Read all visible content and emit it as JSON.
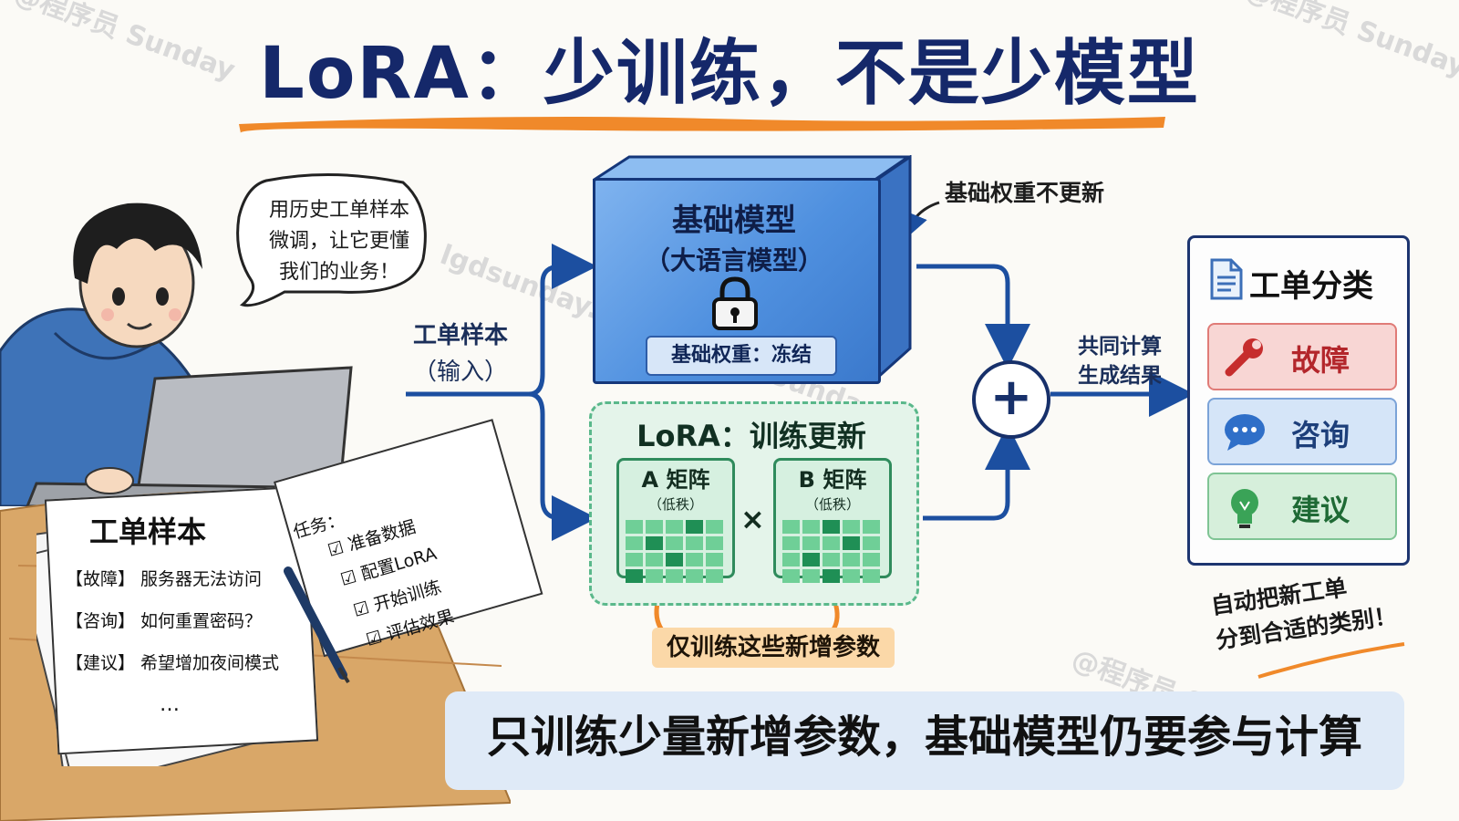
{
  "title": "LoRA：少训练，不是少模型",
  "watermark": "@程序员 Sunday",
  "watermark2": "lgdsunday.club@程序员 Sunday",
  "speech_bubble": {
    "lines": [
      "用历史工单样本",
      "微调，让它更懂",
      "我们的业务！"
    ]
  },
  "input": {
    "label": "工单样本",
    "sub": "（输入）"
  },
  "base_model": {
    "title": "基础模型",
    "subtitle": "（大语言模型）",
    "tag": "基础权重：冻结",
    "note": "基础权重不更新",
    "icon": "lock-icon"
  },
  "lora": {
    "title": "LoRA：训练更新",
    "matrix_a": {
      "label": "A 矩阵",
      "sub": "（低秩）"
    },
    "matrix_b": {
      "label": "B 矩阵",
      "sub": "（低秩）"
    },
    "times": "×",
    "train_tag": "仅训练这些新增参数"
  },
  "combine": {
    "symbol": "+",
    "label_lines": [
      "共同计算",
      "生成结果"
    ]
  },
  "classification": {
    "title": "工单分类",
    "items": [
      {
        "label": "故障",
        "icon": "wrench-icon",
        "bg": "#f8d6d4",
        "border": "#e07b77",
        "color": "#b3262b"
      },
      {
        "label": "咨询",
        "icon": "chat-icon",
        "bg": "#d5e5f8",
        "border": "#7ba3d8",
        "color": "#1d3f7a"
      },
      {
        "label": "建议",
        "icon": "lightbulb-icon",
        "bg": "#d6efdb",
        "border": "#7fc494",
        "color": "#1f6a35"
      }
    ],
    "note_lines": [
      "自动把新工单",
      "分到合适的类别！"
    ]
  },
  "samples_doc": {
    "title": "工单样本",
    "rows": [
      "【故障】 服务器无法访问",
      "【咨询】 如何重置密码？",
      "【建议】 希望增加夜间模式"
    ],
    "ellipsis": "…"
  },
  "notebook": {
    "heading": "任务：",
    "items": [
      "☑ 准备数据",
      "☑ 配置LoRA",
      "☑ 开始训练",
      "☑ 评估效果"
    ]
  },
  "banner": "只训练少量新增参数，基础模型仍要参与计算",
  "colors": {
    "navy": "#15286a",
    "orange": "#f0892a",
    "blue": "#4f90df",
    "green": "#5ab88b"
  }
}
